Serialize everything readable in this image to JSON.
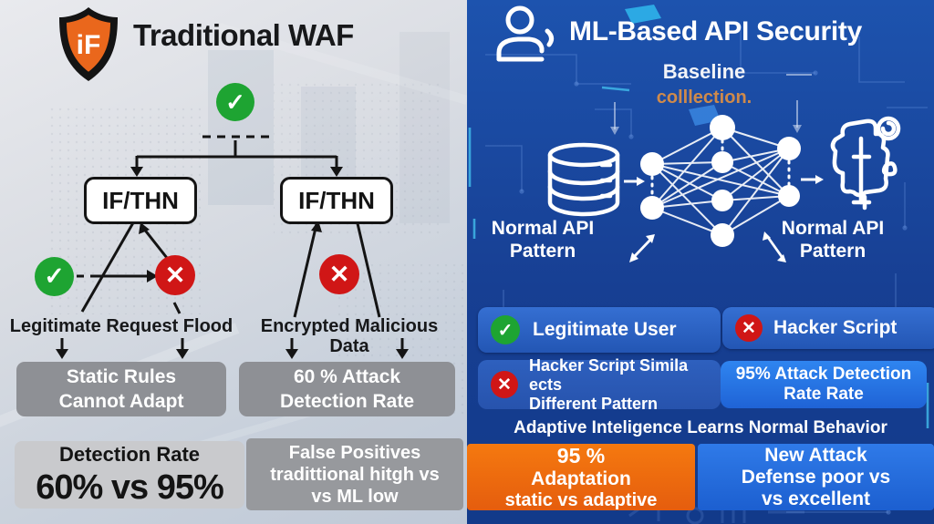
{
  "left": {
    "title": "Traditional WAF",
    "shield_text": "iF",
    "rule_left": "IF/THN",
    "rule_right": "IF/THN",
    "branch_left": "Legitimate Request Flood",
    "branch_right": "Encrypted Malicious Data",
    "result_left": {
      "line1": "Static Rules",
      "line2": "Cannot Adapt"
    },
    "result_right": {
      "line1": "60 % Attack",
      "line2": "Detection Rate"
    },
    "stat_left": {
      "title": "Detection Rate",
      "value": "60% vs 95%"
    },
    "stat_right": {
      "line1": "False Positives",
      "line2": "tradittional hitgh vs",
      "line3": "vs ML low"
    }
  },
  "right": {
    "title": "ML-Based API Security",
    "baseline": "Baseline",
    "collection": "colllection.",
    "pattern_left": {
      "line1": "Normal API",
      "line2": "Pattern"
    },
    "pattern_right": {
      "line1": "Normal API",
      "line2": "Pattern"
    },
    "badges": {
      "b1": {
        "text": "Legitimate User"
      },
      "b2": {
        "text": "Hacker Script"
      },
      "b3": {
        "line1": "Hacker Script Simila ects",
        "line2": "Different Pattern"
      },
      "b4": {
        "line1": "95% Attack Detection",
        "line2": "Rate Rate"
      }
    },
    "adaptive_heading": "Adaptive Inteligence Learns Normal Behavior",
    "orange": {
      "line1": "95 %",
      "line2": "Adaptation",
      "line3": "static vs adaptive"
    },
    "blue": {
      "line1": "New Attack",
      "line2": "Defense poor vs",
      "line3": "vs excellent"
    }
  },
  "icons": {
    "check": "✓",
    "cross": "✕"
  },
  "colors": {
    "check_green": "#1ea432",
    "cross_red": "#d01616",
    "shield_orange": "#ea671c",
    "panel_blue": "#1a4aa2",
    "badge_blue": "#2b63c6",
    "bright_blue": "#1f78e8",
    "stat_orange": "#ee6c10",
    "collection_orange": "#cf8a4b"
  }
}
